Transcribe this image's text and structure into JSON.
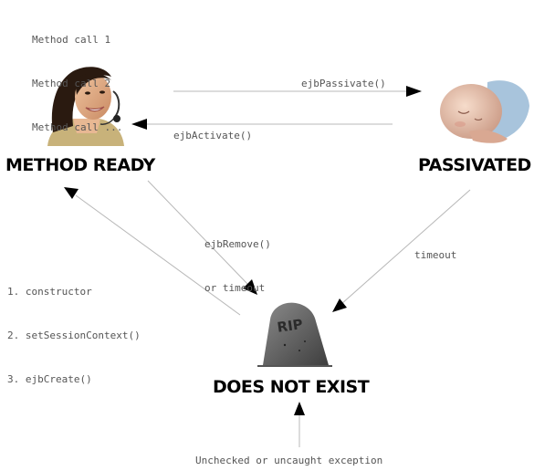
{
  "method_calls": [
    "Method call 1",
    "Method call 2",
    "Method call ..."
  ],
  "states": {
    "method_ready": "METHOD READY",
    "passivated": "PASSIVATED",
    "does_not_exist": "DOES NOT EXIST"
  },
  "transitions": {
    "passivate": "ejbPassivate()",
    "activate": "ejbActivate()",
    "remove": [
      "ejbRemove()",
      "or timeout"
    ],
    "timeout": "timeout",
    "exception": "Unchecked or uncaught exception"
  },
  "lifecycle_steps": [
    "1. constructor",
    "2. setSessionContext()",
    "3. ejbCreate()"
  ],
  "tombstone_text": "RIP",
  "colors": {
    "arrow_line": "#b8b8b8",
    "arrowhead": "#000000",
    "label_text": "#555555",
    "state_text": "#000000"
  },
  "icons": {
    "method_ready": "person-with-headset-image",
    "passivated": "sleeping-baby-image",
    "does_not_exist": "tombstone-image"
  }
}
